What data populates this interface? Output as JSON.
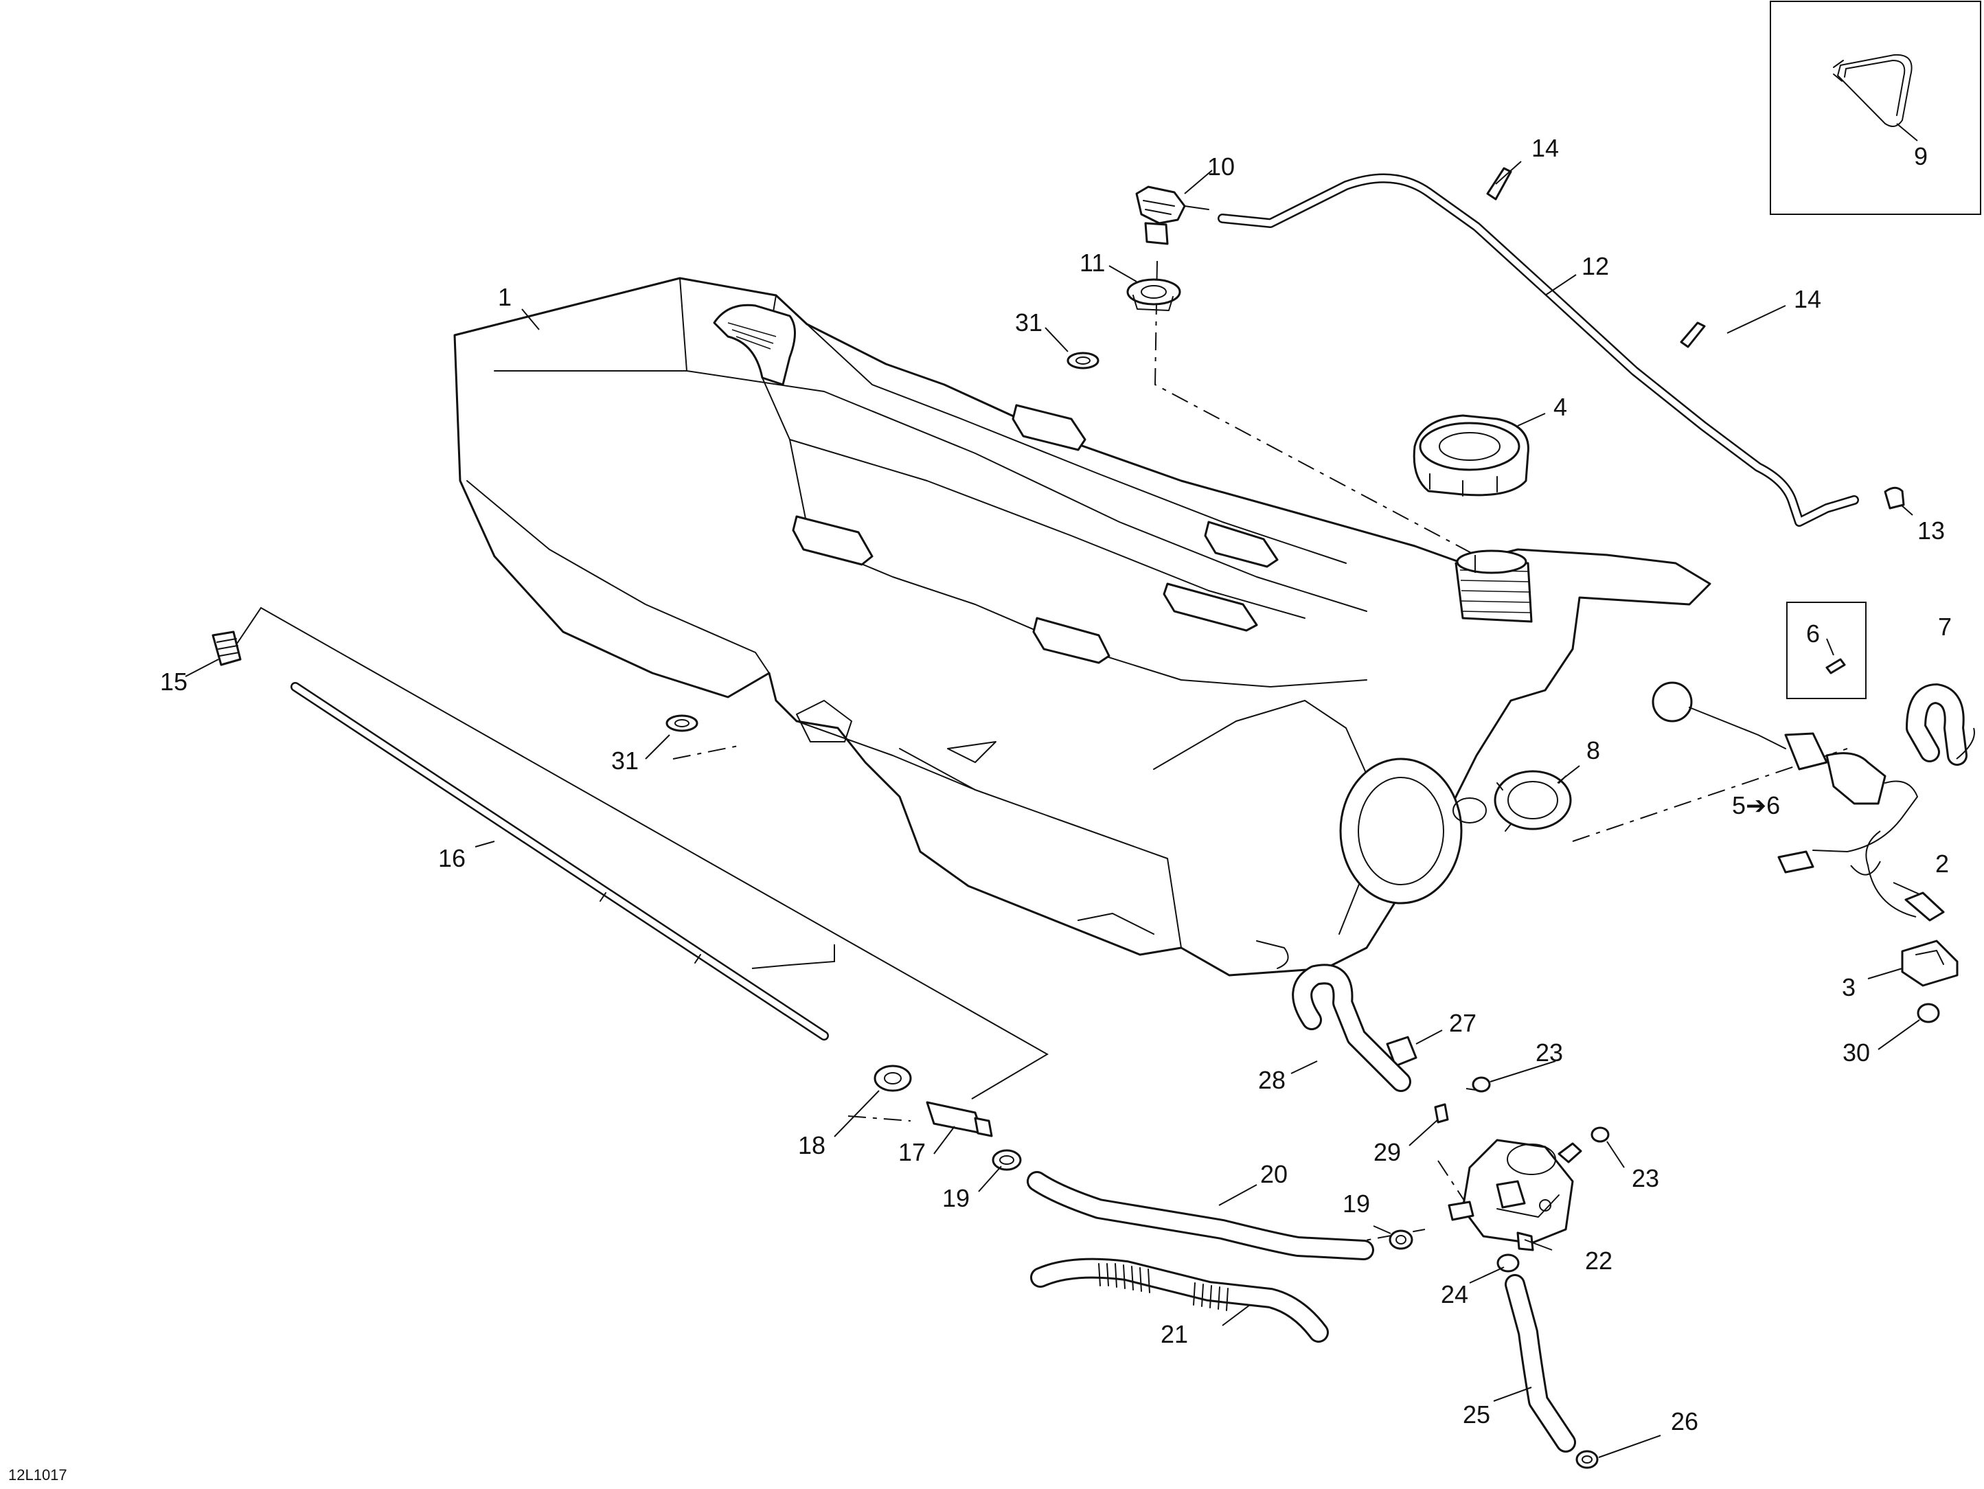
{
  "figure": {
    "reference_code": "12L1017"
  },
  "callouts": {
    "c1": "1",
    "c2": "2",
    "c3": "3",
    "c4": "4",
    "c5to6": "5➔6",
    "c6": "6",
    "c7": "7",
    "c8": "8",
    "c9": "9",
    "c10": "10",
    "c11": "11",
    "c12": "12",
    "c13": "13",
    "c14a": "14",
    "c14b": "14",
    "c15": "15",
    "c16": "16",
    "c17": "17",
    "c18": "18",
    "c19a": "19",
    "c19b": "19",
    "c20": "20",
    "c21": "21",
    "c22": "22",
    "c23a": "23",
    "c23b": "23",
    "c24": "24",
    "c25": "25",
    "c26": "26",
    "c27": "27",
    "c28": "28",
    "c29": "29",
    "c30": "30",
    "c31a": "31",
    "c31b": "31"
  }
}
